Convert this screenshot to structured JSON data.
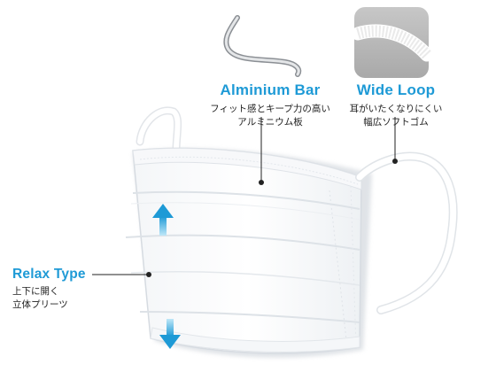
{
  "features": {
    "aluminium_bar": {
      "title": "Alminium Bar",
      "desc_line1": "フィット感とキープ力の高い",
      "desc_line2": "アルミニウム板"
    },
    "wide_loop": {
      "title": "Wide Loop",
      "desc_line1": "耳がいたくなりにくい",
      "desc_line2": "幅広ソフトゴム"
    },
    "relax_type": {
      "title": "Relax Type",
      "desc_line1": "上下に開く",
      "desc_line2": "立体プリーツ"
    }
  },
  "colors": {
    "accent": "#1e9ad6",
    "text": "#222222",
    "mask": "#ffffff",
    "mask_shadow": "#d9dde2",
    "thumbnail_bg": "#b5b5b5"
  },
  "icons": [
    "aluminium-bar-strip-icon",
    "elastic-band-closeup-icon",
    "expand-up-arrow-icon",
    "expand-down-arrow-icon"
  ]
}
